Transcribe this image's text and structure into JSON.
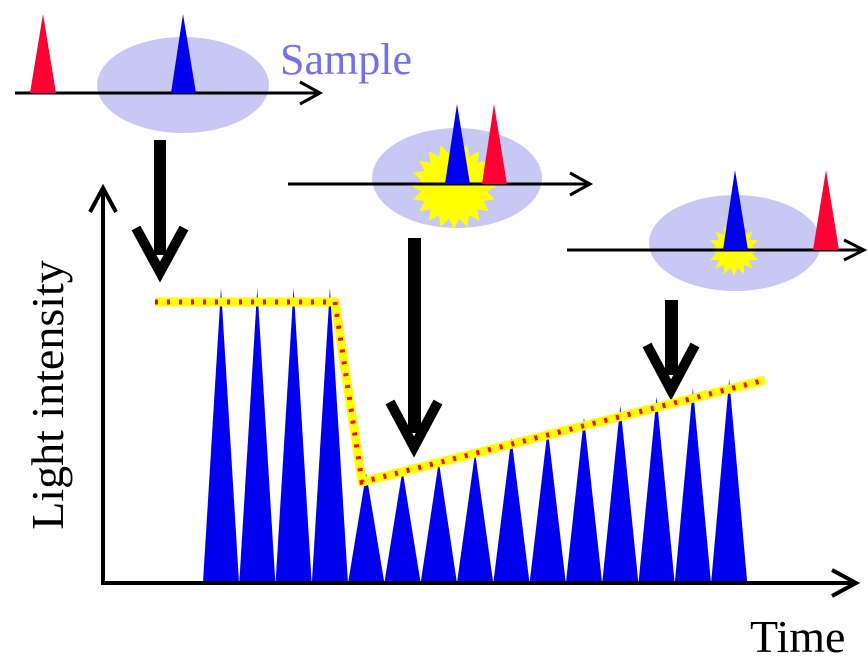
{
  "labels": {
    "sample": "Sample",
    "time_axis": "Time",
    "intensity_axis": "Light intensity"
  },
  "colors": {
    "sample_fill": "#c8c8f5",
    "probe_pulse": "#ff0033",
    "pump_pulse": "#0000ee",
    "excitation_flash": "#ffff00",
    "trend_line_base": "#ffff00",
    "trend_line_dots": "#ff0000",
    "axis": "#000000"
  },
  "stages": [
    {
      "stage": "before excitation",
      "flash": "none"
    },
    {
      "stage": "pulses overlapping",
      "flash": "large"
    },
    {
      "stage": "probe delayed",
      "flash": "small"
    }
  ],
  "signal": {
    "pulse_count": 15,
    "peak_heights": [
      1.0,
      1.0,
      1.0,
      1.0,
      0.37,
      0.38,
      0.41,
      0.44,
      0.49,
      0.52,
      0.56,
      0.6,
      0.63,
      0.66,
      0.69
    ],
    "trend": [
      "flat",
      "sudden drop",
      "gradual recovery"
    ]
  }
}
